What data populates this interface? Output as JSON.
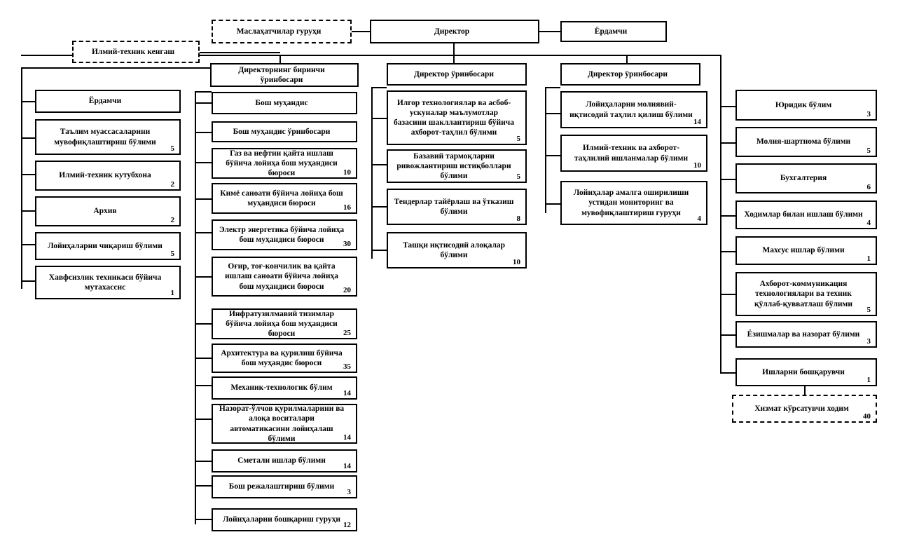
{
  "chart_data": {
    "type": "diagram",
    "title": "Organizational structure chart",
    "language": "uz-Cyrl",
    "nodes": {
      "director": {
        "label": "Директор",
        "count": ""
      },
      "advisors_group": {
        "label": "Маслаҳатчилар гуруҳи",
        "count": "",
        "style": "dashed"
      },
      "assistant_top": {
        "label": "Ёрдамчи",
        "count": ""
      },
      "sci_tech_council": {
        "label": "Илмий-техник кенгаш",
        "count": "",
        "style": "dashed"
      },
      "first_deputy": {
        "label": "Директорнинг биринчи ўринбосари",
        "count": ""
      },
      "deputy_2": {
        "label": "Директор ўринбосари",
        "count": ""
      },
      "deputy_3": {
        "label": "Директор ўринбосари",
        "count": ""
      }
    },
    "columns": [
      {
        "id": "col-left",
        "items": [
          {
            "label": "Ёрдамчи",
            "count": ""
          },
          {
            "label": "Таълим муассасаларини мувофиқлаштириш бўлими",
            "count": "5"
          },
          {
            "label": "Илмий-техник кутубхона",
            "count": "2"
          },
          {
            "label": "Архив",
            "count": "2"
          },
          {
            "label": "Лойиҳаларни чиқариш бўлими",
            "count": "5"
          },
          {
            "label": "Хавфсизлик техникаси бўйича мутахассис",
            "count": "1"
          }
        ]
      },
      {
        "id": "col-engineering",
        "items": [
          {
            "label": "Бош муҳандис",
            "count": ""
          },
          {
            "label": "Бош муҳандис ўринбосари",
            "count": ""
          },
          {
            "label": "Газ ва нефтни қайта ишлаш бўйича лойиҳа бош муҳандиси бюроси",
            "count": "10"
          },
          {
            "label": "Кимё саноати бўйича лойиҳа бош муҳандиси бюроси",
            "count": "16"
          },
          {
            "label": "Электр энергетика бўйича лойиҳа бош муҳандиси бюроси",
            "count": "30"
          },
          {
            "label": "Оғир, тоғ-кончилик ва қайта ишлаш саноати бўйича лойиҳа бош муҳандиси бюроси",
            "count": "20"
          },
          {
            "label": "Инфратузилмавий тизимлар бўйича лойиҳа бош муҳандиси бюроси",
            "count": "25"
          },
          {
            "label": "Архитектура ва қурилиш бўйича бош муҳандис бюроси",
            "count": "35"
          },
          {
            "label": "Механик-технологик бўлим",
            "count": "14"
          },
          {
            "label": "Назорат-ўлчов қурилмаларини ва алоқа воситалари автоматикасини лойиҳалаш бўлими",
            "count": "14"
          },
          {
            "label": "Сметали ишлар бўлими",
            "count": "14"
          },
          {
            "label": "Бош режалаштириш бўлими",
            "count": "3"
          },
          {
            "label": "Лойиҳаларни бошқариш гуруҳи",
            "count": "12"
          }
        ]
      },
      {
        "id": "col-technology",
        "items": [
          {
            "label": "Илгор технологиялар ва асбоб-ускуналар маълумотлар базасини шакллантириш бўйича ахборот-таҳлил бўлими",
            "count": "5"
          },
          {
            "label": "Базавий тармоқларни ривожлантириш истиқболлари бўлими",
            "count": "5"
          },
          {
            "label": "Тендерлар тайёрлаш ва ўтказиш бўлими",
            "count": "8"
          },
          {
            "label": "Ташқи иқтисодий алоқалар бўлими",
            "count": "10"
          }
        ]
      },
      {
        "id": "col-economics",
        "items": [
          {
            "label": "Лойиҳаларни молиявий-иқтисодий таҳлил қилиш бўлими",
            "count": "14"
          },
          {
            "label": "Илмий-техник ва ахборот-таҳлилий ишланмалар бўлими",
            "count": "10"
          },
          {
            "label": "Лойиҳалар амалга оширилиши устидан мониторинг ва мувофиқлаштириш гуруҳи",
            "count": "4"
          }
        ]
      },
      {
        "id": "col-admin",
        "items": [
          {
            "label": "Юридик бўлим",
            "count": "3"
          },
          {
            "label": "Молия-шартнома бўлими",
            "count": "5"
          },
          {
            "label": "Бухгалтерия",
            "count": "6"
          },
          {
            "label": "Ходимлар билан ишлаш бўлими",
            "count": "4"
          },
          {
            "label": "Махсус ишлар бўлими",
            "count": "1"
          },
          {
            "label": "Ахборот-коммуникация технологиялари ва техник қўллаб-қувватлаш бўлими",
            "count": "5"
          },
          {
            "label": "Ёзишмалар ва назорат бўлими",
            "count": "3"
          },
          {
            "label": "Ишларни бошқарувчи",
            "count": "1"
          },
          {
            "label": "Хизмат кўрсатувчи ходим",
            "count": "40",
            "style": "dashed"
          }
        ]
      }
    ]
  },
  "colors": {
    "line": "#000000",
    "box_border": "#000000",
    "background": "#ffffff"
  }
}
